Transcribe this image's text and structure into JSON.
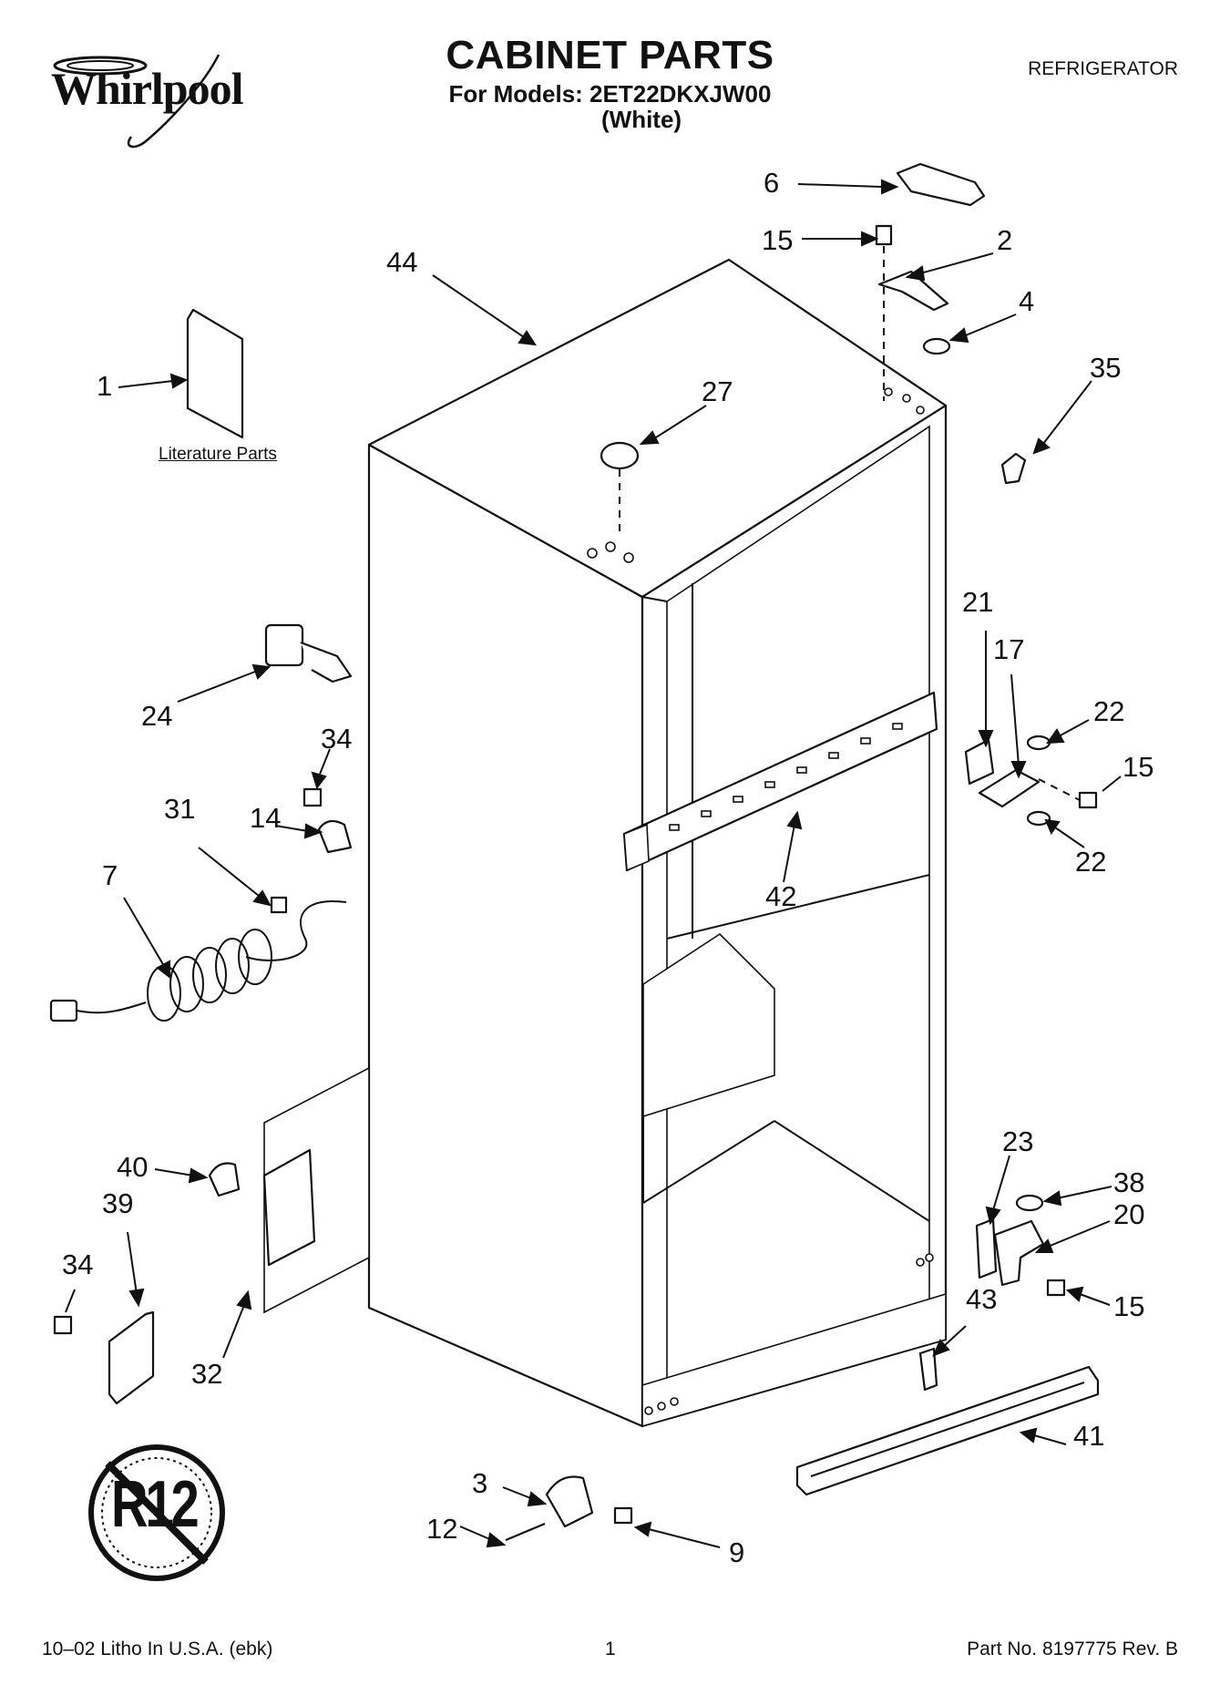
{
  "header": {
    "brand": "Whirlpool",
    "title": "CABINET PARTS",
    "models_line": "For Models: 2ET22DKXJW00",
    "color_line": "(White)",
    "appliance": "REFRIGERATOR"
  },
  "literature_label": "Literature Parts",
  "callouts": [
    "6",
    "15",
    "2",
    "44",
    "4",
    "1",
    "35",
    "27",
    "21",
    "17",
    "22",
    "15",
    "24",
    "34",
    "22",
    "14",
    "31",
    "42",
    "7",
    "23",
    "40",
    "38",
    "39",
    "20",
    "34",
    "15",
    "43",
    "32",
    "41",
    "3",
    "12",
    "9"
  ],
  "seal": {
    "text": "R12",
    "meaning": "no-R12-refrigerant"
  },
  "footer": {
    "left": "10–02 Litho In U.S.A. (ebk)",
    "page": "1",
    "right": "Part No. 8197775 Rev. B"
  }
}
